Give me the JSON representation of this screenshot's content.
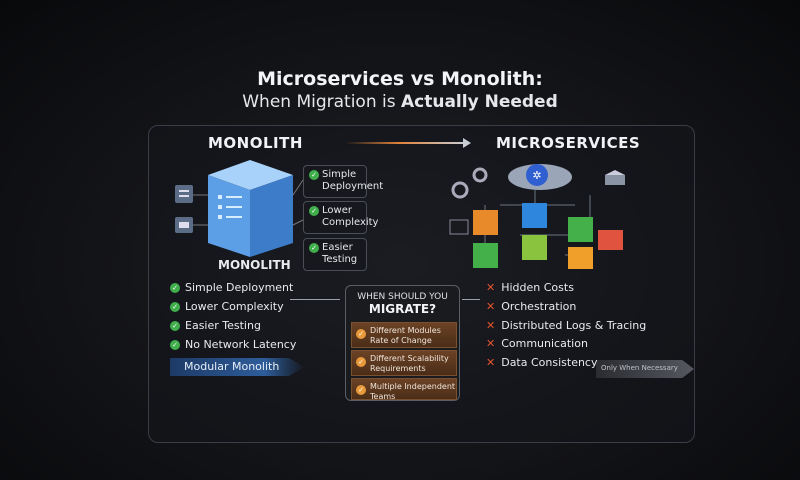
{
  "title": {
    "line1": "Microservices vs Monolith:",
    "line2_prefix": "When Migration is ",
    "line2_bold": "Actually Needed"
  },
  "monolith": {
    "heading": "MONOLITH",
    "cube_label": "MONOLITH",
    "callouts": [
      "Simple Deployment",
      "Lower Complexity",
      "Easier Testing"
    ],
    "pros": [
      "Simple Deployment",
      "Lower Complexity",
      "Easier Testing",
      "No Network Latency"
    ],
    "banner": "Modular Monolith"
  },
  "microservices": {
    "heading": "MICROSERVICES",
    "cons": [
      "Hidden Costs",
      "Orchestration",
      "Distributed Logs & Tracing",
      "Communication",
      "Data Consistency"
    ],
    "arrow_label": "Only When Necessary"
  },
  "migrate": {
    "question": "WHEN SHOULD YOU",
    "headline": "MIGRATE?",
    "reasons": [
      "Different Modules Rate of Change",
      "Different Scalability Requirements",
      "Multiple Independent Teams"
    ]
  },
  "colors": {
    "check": "#3fae4b",
    "cross": "#e3542b",
    "accent": "#e0823a",
    "cube": "#5b9be0"
  }
}
